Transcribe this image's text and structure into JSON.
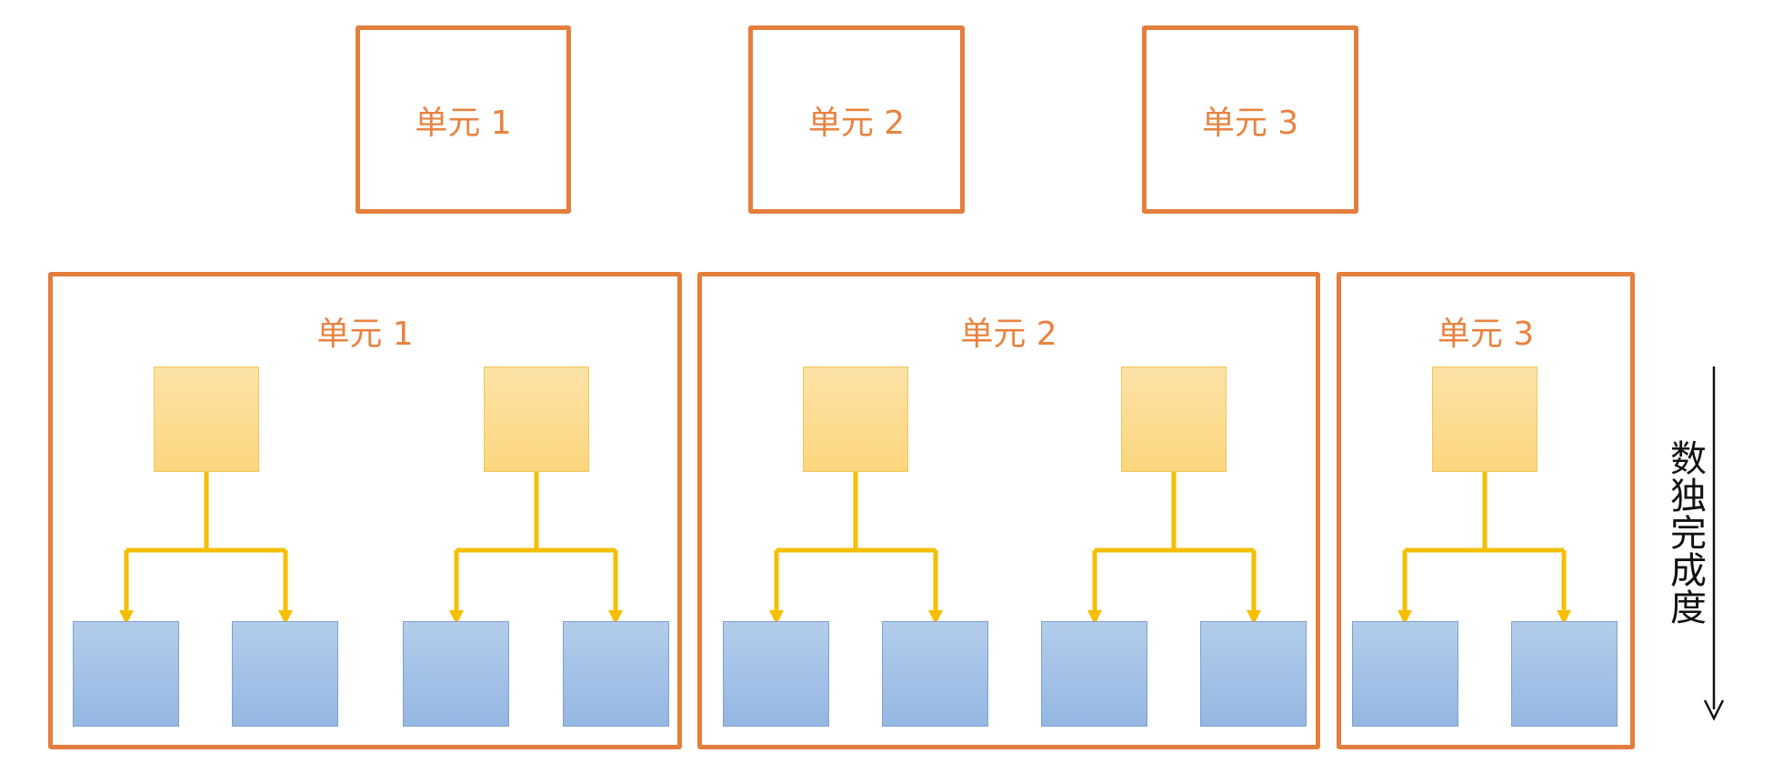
{
  "colors": {
    "unit_border": "#E47E3C",
    "unit_label": "#E8833F",
    "parent_fill": "#FCD67E",
    "child_fill": "#94B7E2",
    "connector": "#F5BF00",
    "arrow": "#111111"
  },
  "top_units": [
    {
      "label": "单元 1"
    },
    {
      "label": "单元 2"
    },
    {
      "label": "单元 3"
    }
  ],
  "panels": [
    {
      "title": "单元 1",
      "groups": 2
    },
    {
      "title": "单元 2",
      "groups": 2
    },
    {
      "title": "单元 3",
      "groups": 1
    }
  ],
  "side_label": "数独完成度"
}
